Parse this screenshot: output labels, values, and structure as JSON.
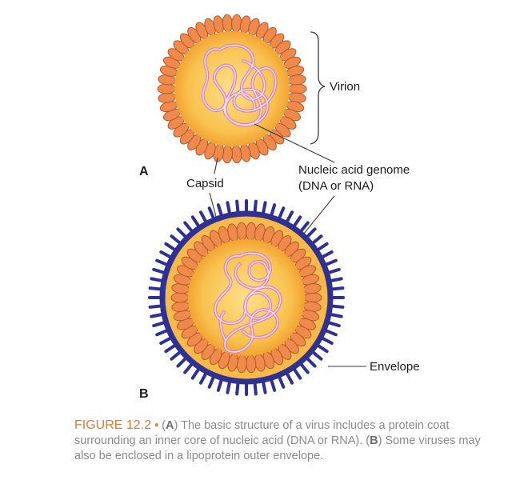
{
  "diagram": {
    "virion_label": "Virion",
    "nucleic_acid_label_line1": "Nucleic acid genome",
    "nucleic_acid_label_line2": "(DNA or RNA)",
    "capsid_label": "Capsid",
    "envelope_label": "Envelope",
    "panel_a_letter": "A",
    "panel_b_letter": "B"
  },
  "caption": {
    "figure_number": "FIGURE 12.2",
    "bullet": "•",
    "open_a": "(",
    "letter_a": "A",
    "text_a": ") The basic structure of a virus includes a protein coat surrounding an inner core of nucleic acid (DNA or RNA). (",
    "letter_b": "B",
    "text_b": ") Some viruses may also be enclosed in a lipoprotein outer envelope."
  },
  "colors": {
    "capsomere_fill": "#ee8a4c",
    "capsomere_stroke": "#b9542a",
    "core_fill": "#f7b946",
    "core_center": "#fcd97a",
    "genome_stroke": "#d783b7",
    "genome_inner": "#f7dbea",
    "envelope": "#2e3192",
    "caption_accent": "#e07a2e"
  }
}
